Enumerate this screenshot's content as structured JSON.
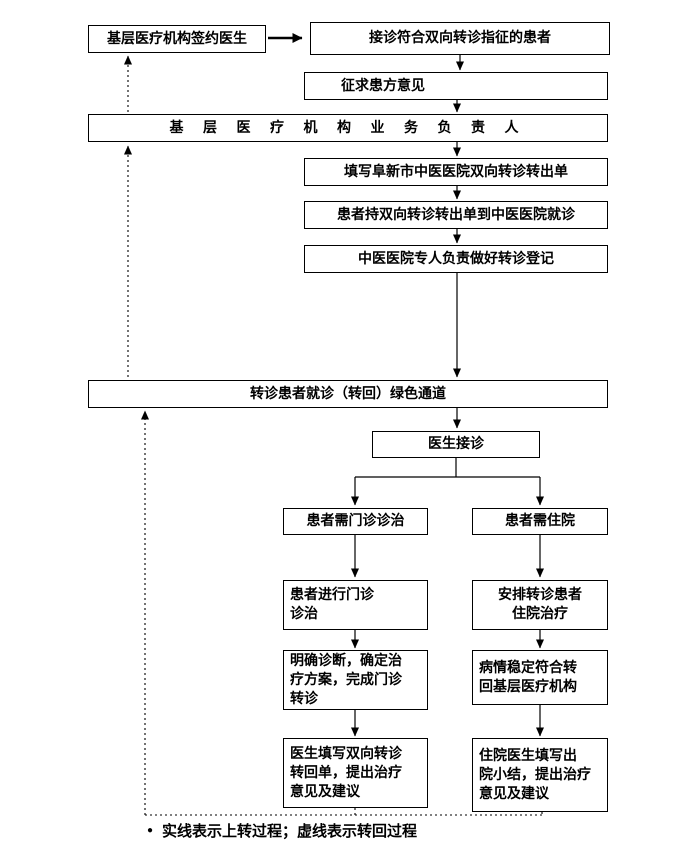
{
  "boxes": {
    "signed_doctor": "基层医疗机构签约医生",
    "receive_patient": "接诊符合双向转诊指征的患者",
    "seek_opinion": "征求患方意见",
    "business_head": "基 层 医 疗 机 构 业 务 负 责 人",
    "fill_transfer_form": "填写阜新市中医医院双向转诊转出单",
    "patient_to_hospital": "患者持双向转诊转出单到中医医院就诊",
    "registration": "中医医院专人负责做好转诊登记",
    "green_channel": "转诊患者就诊（转回）绿色通道",
    "doctor_reception": "医生接诊",
    "need_outpatient": "患者需门诊诊治",
    "need_inpatient": "患者需住院",
    "outpatient_treatment": "患者进行门诊\n诊治",
    "arrange_inpatient": "安排转诊患者\n住院治疗",
    "diagnosis_plan": "明确诊断，确定治\n疗方案，完成门诊\n转诊",
    "stable_return": "病情稳定符合转\n回基层医疗机构",
    "referral_back_form": "医生填写双向转诊\n转回单，提出治疗\n意见及建议",
    "discharge_summary": "住院医生填写出\n院小结，提出治疗\n意见及建议"
  },
  "legend": {
    "bullet": "●",
    "text": "实线表示上转过程；虚线表示转回过程"
  },
  "colors": {
    "line": "#000000",
    "box_border": "#000000",
    "box_background": "#ffffff",
    "text": "#000000"
  }
}
